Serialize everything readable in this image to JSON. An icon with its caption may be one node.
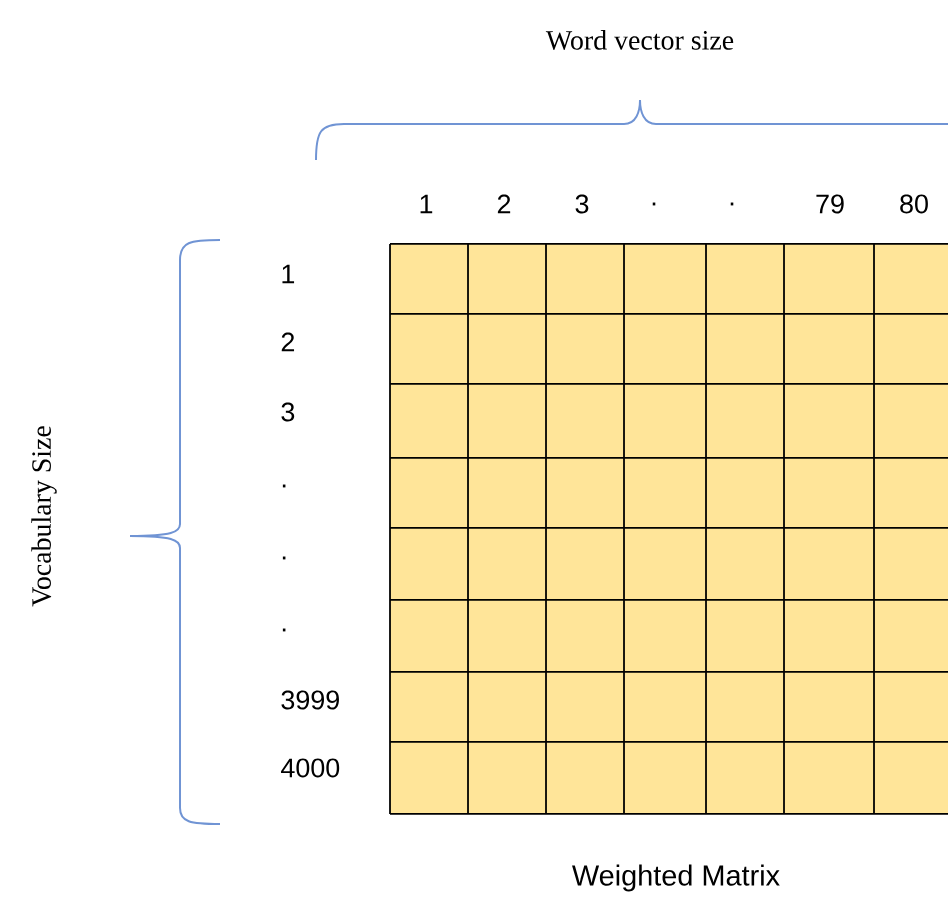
{
  "diagram": {
    "caption": "Weighted Matrix",
    "labels": [
      "Word vector size",
      "1",
      "2",
      "3",
      ".",
      ".",
      "79",
      "80",
      "Vocabulary Size",
      "1",
      "2",
      "3",
      ".",
      ".",
      ".",
      "3999",
      "4000"
    ]
  }
}
